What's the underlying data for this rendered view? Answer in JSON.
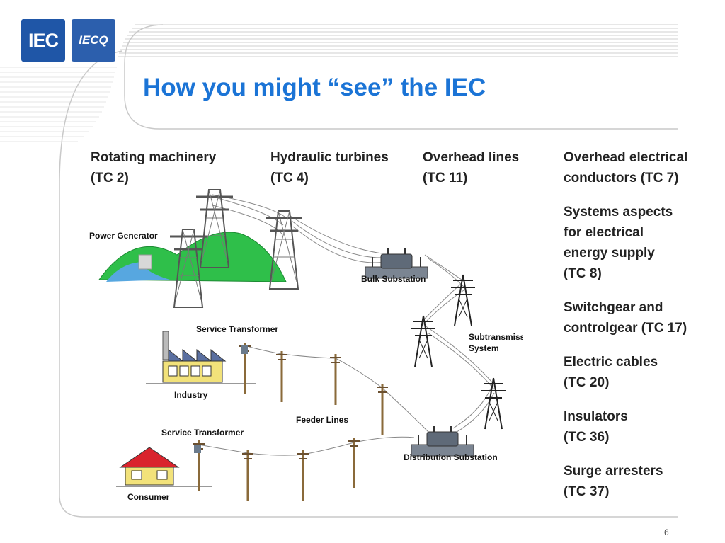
{
  "logos": {
    "iec": "IEC",
    "iecq": "IECQ"
  },
  "title": "How you might “see” the IEC",
  "columns": [
    {
      "line1": "Rotating machinery",
      "line2": "(TC 2)"
    },
    {
      "line1": "Hydraulic turbines",
      "line2": "(TC 4)"
    },
    {
      "line1": "Overhead lines",
      "line2": "(TC 11)"
    }
  ],
  "tc_list": [
    {
      "lines": [
        "Overhead electrical",
        "conductors (TC 7)"
      ]
    },
    {
      "lines": [
        "Systems aspects",
        "for electrical",
        "energy supply",
        "(TC 8)"
      ]
    },
    {
      "lines": [
        "Switchgear and",
        "controlgear (TC 17)"
      ]
    },
    {
      "lines": [
        "Electric cables",
        "(TC 20)"
      ]
    },
    {
      "lines": [
        "Insulators",
        "(TC 36)"
      ]
    },
    {
      "lines": [
        "Surge arresters",
        "(TC 37)"
      ]
    }
  ],
  "diagram": {
    "power_generator": "Power Generator",
    "bulk_substation": "Bulk Substation",
    "service_transformer_top": "Service Transformer",
    "subtransmission_line1": "Subtransmission",
    "subtransmission_line2": "System",
    "industry": "Industry",
    "feeder_lines": "Feeder Lines",
    "service_transformer_bottom": "Service Transformer",
    "distribution_substation": "Distribution Substation",
    "consumer": "Consumer"
  },
  "page_number": "6",
  "colors": {
    "title": "#1b74d6",
    "logo": "#1f56a7",
    "hill": "#2fbf4a",
    "roof": "#d9232d"
  }
}
